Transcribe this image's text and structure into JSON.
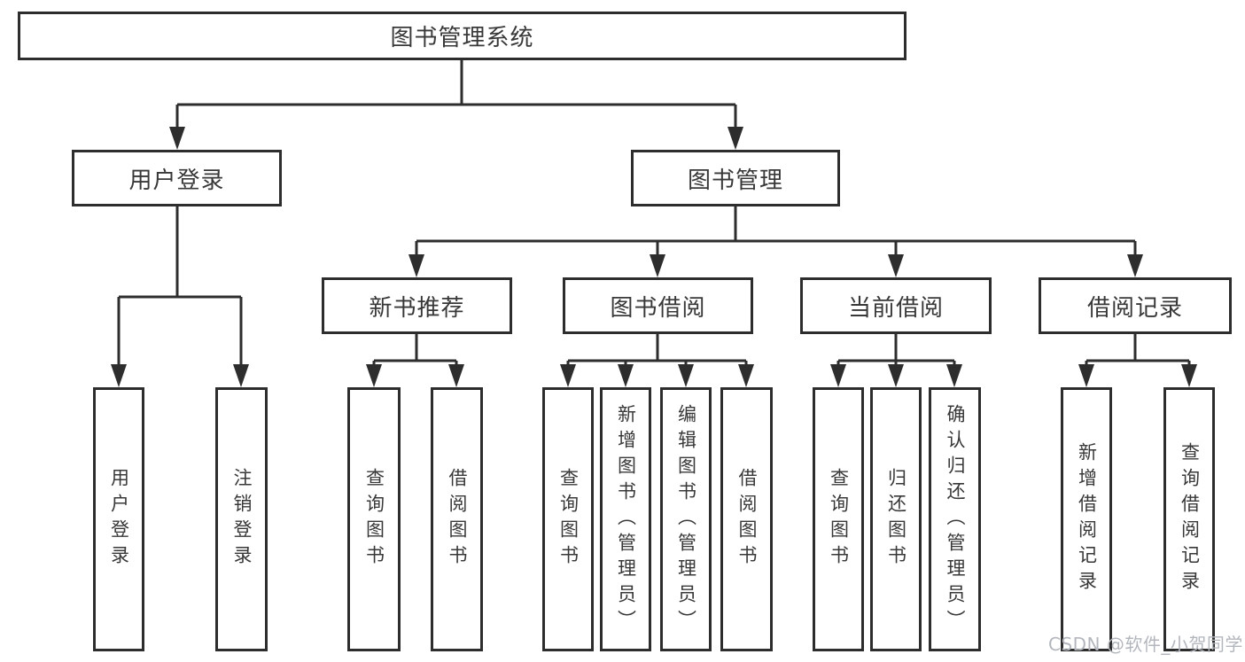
{
  "diagram": {
    "title": "图书管理系统",
    "nodes": {
      "root": "图书管理系统",
      "level2": [
        {
          "label": "用户登录"
        },
        {
          "label": "图书管理"
        }
      ],
      "level3": [
        {
          "label": "新书推荐"
        },
        {
          "label": "图书借阅"
        },
        {
          "label": "当前借阅"
        },
        {
          "label": "借阅记录"
        }
      ],
      "leaves": [
        {
          "label": "用户登录"
        },
        {
          "label": "注销登录"
        },
        {
          "label": "查询图书"
        },
        {
          "label": "借阅图书"
        },
        {
          "label": "查询图书"
        },
        {
          "label": "新增图书（管理员）"
        },
        {
          "label": "编辑图书（管理员）"
        },
        {
          "label": "借阅图书"
        },
        {
          "label": "查询图书"
        },
        {
          "label": "归还图书"
        },
        {
          "label": "确认归还（管理员）"
        },
        {
          "label": "新增借阅记录"
        },
        {
          "label": "查询借阅记录"
        }
      ]
    },
    "colors": {
      "line": "#2d2d2d",
      "text": "#383838",
      "background": "#ffffff",
      "watermark": "#b3b7bd"
    }
  },
  "watermark": {
    "text": "CSDN @软件_小贺同学"
  }
}
